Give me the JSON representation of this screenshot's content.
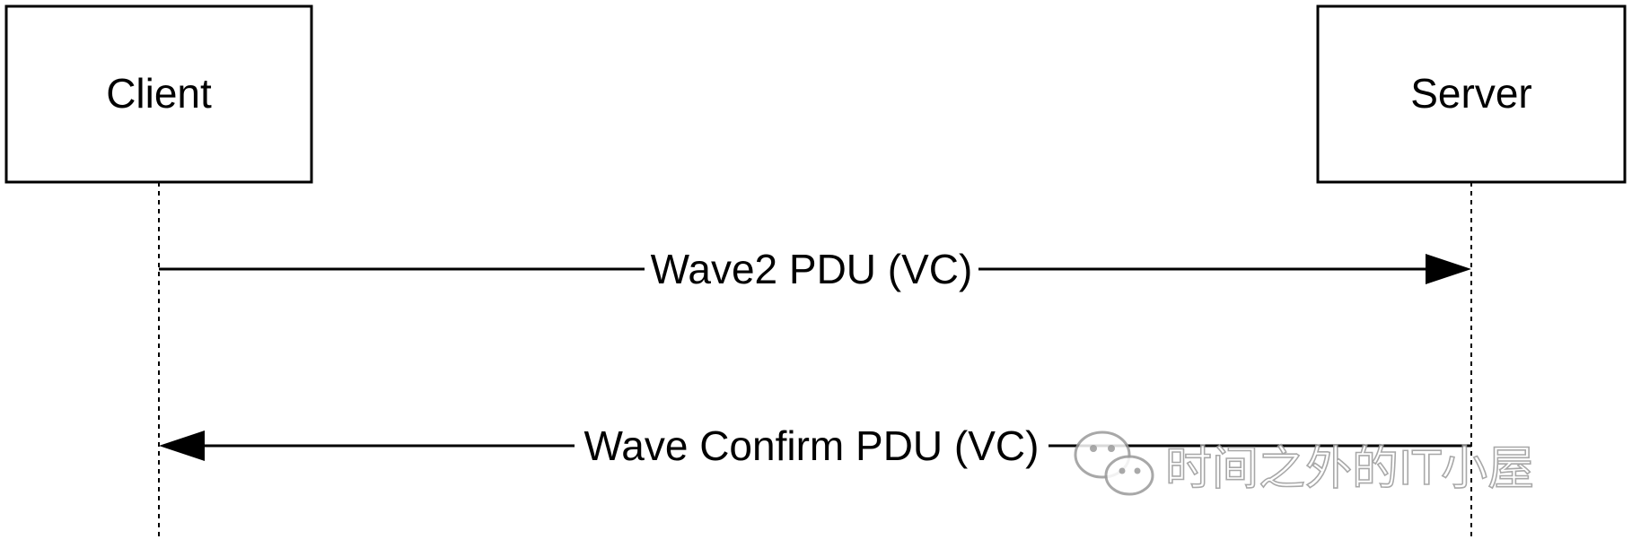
{
  "diagram": {
    "participants": [
      {
        "id": "client",
        "label": "Client"
      },
      {
        "id": "server",
        "label": "Server"
      }
    ],
    "messages": [
      {
        "from": "client",
        "to": "server",
        "label": "Wave2 PDU (VC)"
      },
      {
        "from": "server",
        "to": "client",
        "label": "Wave Confirm PDU (VC)"
      }
    ]
  },
  "watermark": {
    "text": "时间之外的IT小屋",
    "icon": "wechat-icon"
  },
  "colors": {
    "line": "#000000",
    "background": "#ffffff",
    "watermark": "#9a9a9a"
  }
}
